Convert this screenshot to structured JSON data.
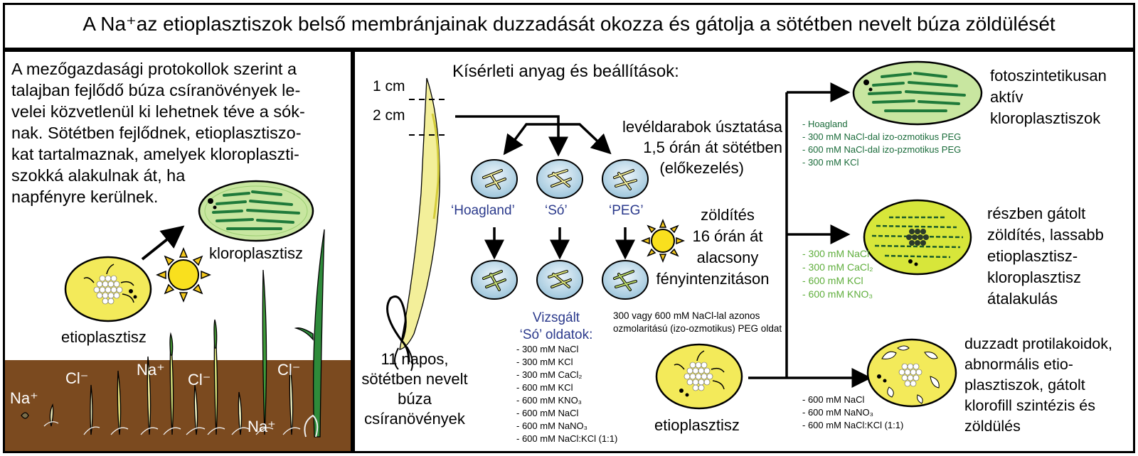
{
  "title": "A Na⁺az etioplasztiszok belső membránjainak duzzadását okozza és gátolja a sötétben nevelt búza zöldülését",
  "left_panel": {
    "intro_lines": [
      "A mezőgazdasági protokollok szerint a",
      "talajban fejlődő búza csíranövények le-",
      "velei közvetlenül ki lehetnek téve a sók-",
      "nak. Sötétben fejlődnek, etioplasztiszo-",
      "kat tartalmaznak, amelyek kloroplaszti-",
      "szokká alakulnak át, ha",
      "napfényre kerülnek."
    ],
    "chloroplast_label": "kloroplasztisz",
    "etioplast_label": "etioplasztisz",
    "ions": [
      "Na⁺",
      "Cl⁻",
      "Na⁺",
      "Cl⁻",
      "Cl⁻",
      "Na⁺"
    ]
  },
  "right_panel": {
    "heading": "Kísérleti anyag és beállítások:",
    "scale_1cm": "1 cm",
    "scale_2cm": "2 cm",
    "seedling_caption": [
      "11 napos,",
      "sötétben nevelt",
      "búza",
      "csíranövények"
    ],
    "float_text": [
      "levéldarabok úsztatása",
      "1,5 órán át sötétben",
      "(előkezelés)"
    ],
    "green_text": [
      "zöldítés",
      "16 órán át",
      "alacsony",
      "fényintenzitáson"
    ],
    "dish_labels": [
      "‘Hoagland’",
      "‘Só’",
      "‘PEG’"
    ],
    "tested_salt_title": [
      "Vizsgált",
      "‘Só’ oldatok:"
    ],
    "tested_salts": [
      "- 300 mM NaCl",
      "- 300 mM KCl",
      "- 300 mM CaCl₂",
      "- 600 mM KCl",
      "- 600 mM KNO₃",
      "- 600 mM NaCl",
      "- 600 mM NaNO₃",
      "- 600 mM NaCl:KCl (1:1)"
    ],
    "peg_note": [
      "300 vagy 600 mM NaCl-lal azonos",
      "ozmolaritású (izo-ozmotikus) PEG oldat"
    ],
    "etioplast_label": "etioplasztisz",
    "outcomes": [
      {
        "conditions": [
          "- Hoagland",
          "- 300 mM NaCl-dal izo-ozmotikus PEG",
          "- 600 mM NaCl-dal izo-pzmotikus PEG",
          "- 300 mM KCl"
        ],
        "result": [
          "fotoszintetikusan",
          "aktív",
          "kloroplasztiszok"
        ]
      },
      {
        "conditions": [
          "- 300 mM NaCl",
          "- 300 mM CaCl₂",
          "- 600 mM KCl",
          "- 600 mM KNO₃"
        ],
        "result": [
          "részben gátolt",
          "zöldítés, lassabb",
          "etioplasztisz-",
          "kloroplasztisz",
          "átalakulás"
        ]
      },
      {
        "conditions": [
          "- 600 mM NaCl",
          "- 600 mM NaNO₃",
          "- 600 mM NaCl:KCl (1:1)"
        ],
        "result": [
          "duzzadt protilakoidok,",
          "abnormális etio-",
          "plasztiszok, gátolt",
          "klorofill szintézis és",
          "zöldülés"
        ]
      }
    ]
  },
  "colors": {
    "soil": "#7b4a1f",
    "dark_green": "#1a6b3a",
    "light_green": "#5fae3c",
    "label_blue": "#2b3a8c",
    "etioplast_yellow": "#f3ea5a",
    "chloroplast_green": "#c8e6a0"
  }
}
